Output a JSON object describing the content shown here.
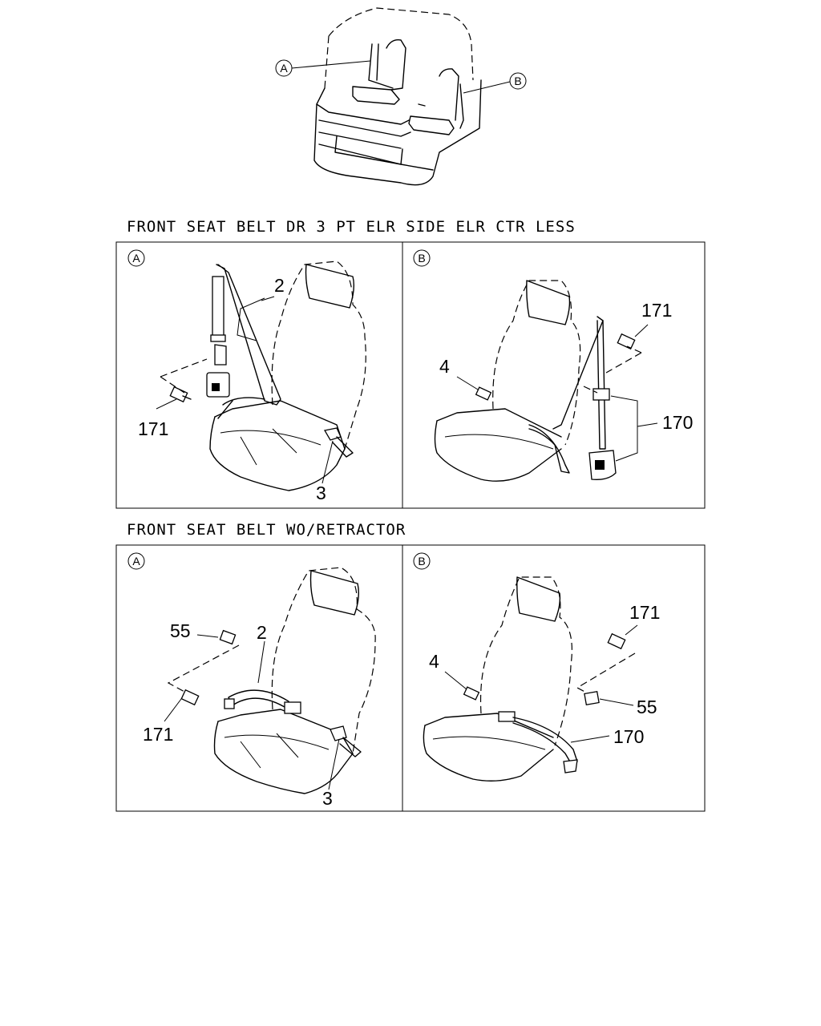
{
  "headings": {
    "section1": "FRONT SEAT BELT DR 3 PT ELR SIDE ELR CTR LESS",
    "section2": "FRONT SEAT BELT WO/RETRACTOR"
  },
  "overview": {
    "callout_a": "A",
    "callout_b": "B"
  },
  "section1": {
    "panel_a": {
      "tag": "A",
      "labels": {
        "p2": "2",
        "p3": "3",
        "p171": "171"
      }
    },
    "panel_b": {
      "tag": "B",
      "labels": {
        "p4": "4",
        "p171": "171",
        "p170": "170"
      }
    }
  },
  "section2": {
    "panel_a": {
      "tag": "A",
      "labels": {
        "p55": "55",
        "p2": "2",
        "p171": "171",
        "p3": "3"
      }
    },
    "panel_b": {
      "tag": "B",
      "labels": {
        "p4": "4",
        "p171": "171",
        "p55": "55",
        "p170": "170"
      }
    }
  }
}
